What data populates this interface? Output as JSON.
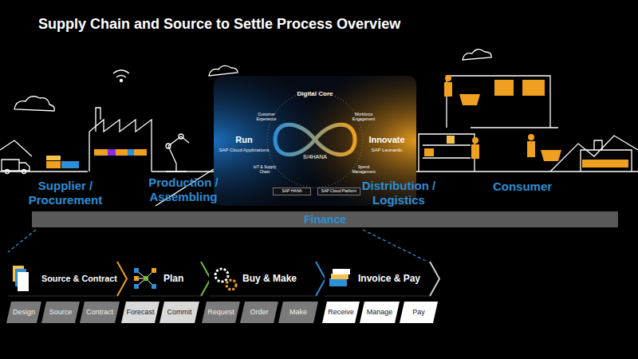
{
  "diagram": {
    "title": "Supply Chain and Source to Settle Process Overview",
    "nodes": [
      {
        "text": [
          "Run",
          "SAP Cloud Applications",
          "Digital Core",
          "Customer Experience",
          "Workforce Engagement",
          "IoT & Supply Chain",
          "Spend Management",
          "S/4HANA",
          "SAP HANA",
          "SAP Cloud Platform",
          "Innovate",
          "SAP Leonardo"
        ]
      },
      {
        "text": [
          "Finance"
        ]
      },
      {
        "text": [
          "Source & Contract"
        ]
      },
      {
        "text": [
          "Plan"
        ]
      },
      {
        "text": [
          "Buy & Make"
        ]
      },
      {
        "text": [
          "Invoice & Pay"
        ]
      },
      {
        "text": [
          "Design"
        ]
      },
      {
        "text": [
          "Source"
        ]
      },
      {
        "text": [
          "Contract"
        ]
      },
      {
        "text": [
          "Forecast"
        ]
      },
      {
        "text": [
          "Commit"
        ]
      },
      {
        "text": [
          "Request"
        ]
      },
      {
        "text": [
          "Order"
        ]
      },
      {
        "text": [
          "Make"
        ]
      },
      {
        "text": [
          "Receive"
        ]
      },
      {
        "text": [
          "Manage"
        ]
      },
      {
        "text": [
          "Pay"
        ]
      }
    ],
    "labels": [
      "Supplier / Procurement",
      "Production / Assembling",
      "Distribution / Logistics",
      "Consumer"
    ]
  }
}
